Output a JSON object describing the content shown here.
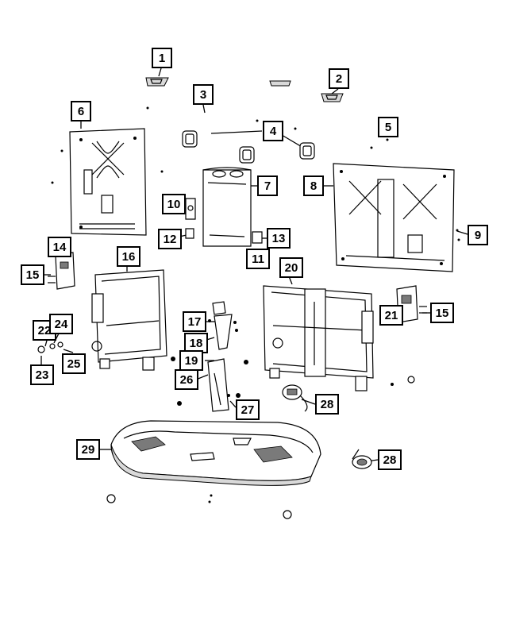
{
  "diagram": {
    "callouts": [
      "1",
      "2",
      "3",
      "4",
      "5",
      "6",
      "7",
      "8",
      "9",
      "10",
      "11",
      "12",
      "13",
      "14",
      "15",
      "15",
      "16",
      "17",
      "18",
      "19",
      "20",
      "21",
      "22",
      "23",
      "24",
      "25",
      "26",
      "27",
      "28",
      "28",
      "29"
    ]
  }
}
